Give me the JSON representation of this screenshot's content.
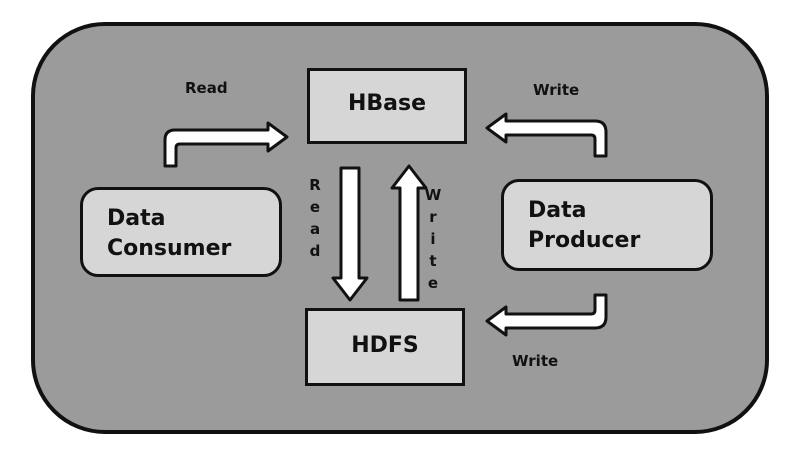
{
  "diagram": {
    "nodes": {
      "hbase": "HBase",
      "hdfs": "HDFS",
      "consumer_line1": "Data",
      "consumer_line2": "Consumer",
      "producer_line1": "Data",
      "producer_line2": "Producer"
    },
    "edges": {
      "consumer_to_hbase": "Read",
      "producer_to_hbase": "Write",
      "hbase_to_hdfs": "Read",
      "hdfs_to_hbase": "Write",
      "producer_to_hdfs": "Write"
    },
    "colors": {
      "container": "#9b9b9b",
      "box": "#d6d6d6",
      "stroke": "#111111",
      "arrow_fill": "#ffffff"
    }
  }
}
